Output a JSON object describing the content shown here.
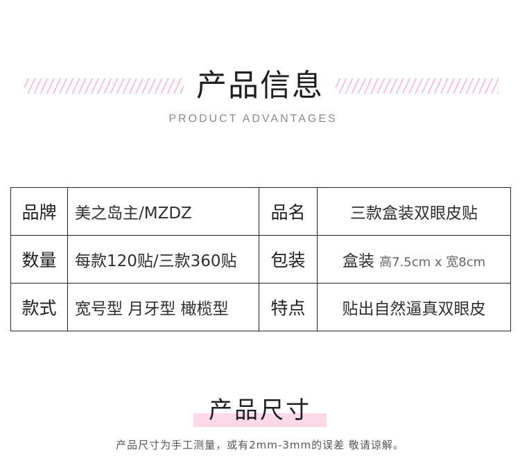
{
  "header": {
    "title": "产品信息",
    "subtitle": "PRODUCT ADVANTAGES"
  },
  "info_table": {
    "rows": [
      {
        "label1": "品牌",
        "value1": "美之岛主/MZDZ",
        "label2": "品名",
        "value2": "三款盒装双眼皮贴"
      },
      {
        "label1": "数量",
        "value1": "每款120贴/三款360贴",
        "label2": "包装",
        "value2_main": "盒装",
        "value2_detail": "高7.5cm x 宽8cm"
      },
      {
        "label1": "款式",
        "value1": "宽号型 月牙型 橄榄型",
        "label2": "特点",
        "value2": "贴出自然逼真双眼皮"
      }
    ]
  },
  "size": {
    "title": "产品尺寸",
    "note": "产品尺寸为手工测量，或有2mm-3mm的误差 敬请谅解。"
  },
  "colors": {
    "accent_pink": "#f4b3cf",
    "highlight_pink": "#fbd9e7",
    "border": "#222222"
  }
}
